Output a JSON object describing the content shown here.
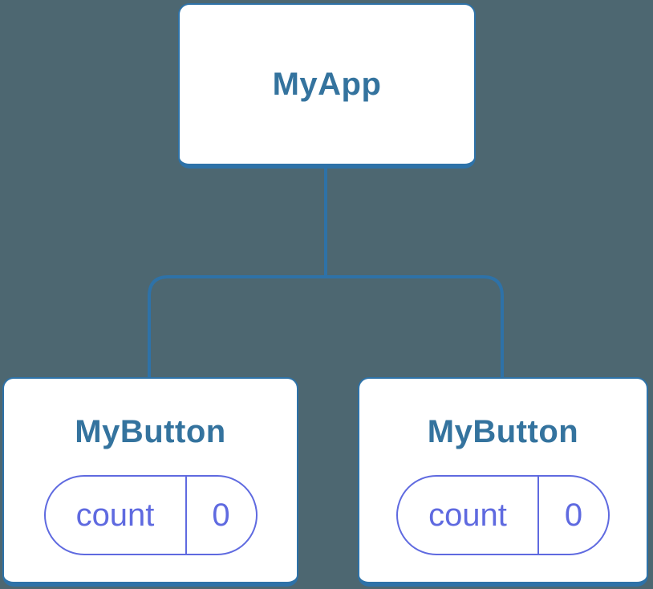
{
  "diagram": {
    "type": "component-state-tree",
    "colors": {
      "background": "#4d6771",
      "connector_line": "#2e72a8",
      "card_background": "#ffffff",
      "card_border": "#2e72a8",
      "title_text": "#34739e",
      "state_pill": "#5f6ae0"
    },
    "tree": {
      "root": {
        "label": "MyApp"
      },
      "children": [
        {
          "label": "MyButton",
          "state": {
            "name": "count",
            "value": "0"
          }
        },
        {
          "label": "MyButton",
          "state": {
            "name": "count",
            "value": "0"
          }
        }
      ]
    }
  }
}
